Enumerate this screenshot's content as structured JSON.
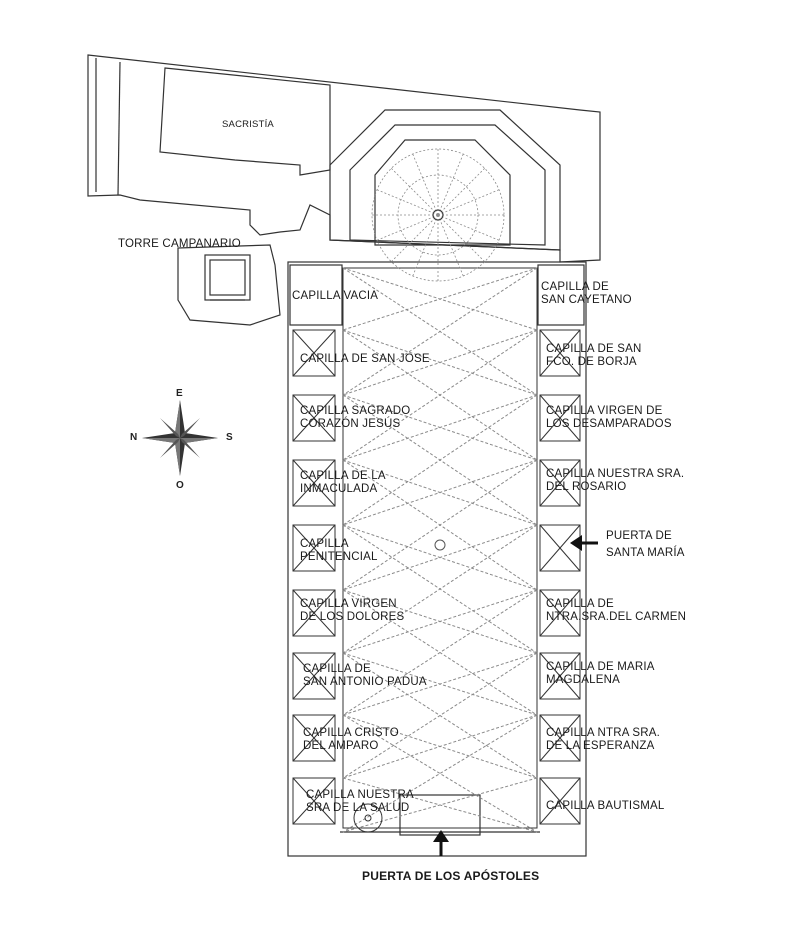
{
  "labels": {
    "sacristia": "SACRISTÍA",
    "torre": "TORRE CAMPANARIO",
    "capilla_vacia": "CAPILLA VACIA",
    "san_cayetano": [
      "CAPILLA DE",
      "SAN CAYETANO"
    ],
    "san_jose": "CAPILLA DE SAN JOSE",
    "san_fco_borja": [
      "CAPILLA DE SAN",
      "FCO. DE BORJA"
    ],
    "sagrado_corazon": [
      "CAPILLA SAGRADO",
      "CORAZÓN JESÚS"
    ],
    "desamparados": [
      "CAPILLA VIRGEN DE",
      "LOS DESAMPARADOS"
    ],
    "inmaculada": [
      "CAPILLA DE LA",
      "INMACULADA"
    ],
    "rosario": [
      "CAPILLA NUESTRA SRA.",
      "DEL ROSARIO"
    ],
    "penitencial": [
      "CAPILLA",
      "PENITENCIAL"
    ],
    "puerta_santa_maria": [
      "PUERTA DE",
      "SANTA MARÍA"
    ],
    "dolores": [
      "CAPILLA VIRGEN",
      "DE LOS DOLORES"
    ],
    "carmen": [
      "CAPILLA DE",
      "NTRA.SRA.DEL CARMEN"
    ],
    "antonio_padua": [
      "CAPILLA DE",
      "SAN ANTONIO PADUA"
    ],
    "maria_magdalena": [
      "CAPILLA DE MARIA",
      "MAGDALENA"
    ],
    "cristo_amparo": [
      "CAPILLA CRISTO",
      "DEL AMPARO"
    ],
    "esperanza": [
      "CAPILLA NTRA SRA.",
      "DE LA ESPERANZA"
    ],
    "salud": [
      "CAPILLA NUESTRA",
      "SRA DE LA SALUD"
    ],
    "bautismal": "CAPILLA BAUTISMAL",
    "puerta_apostoles": "PUERTA DE LOS APÓSTOLES"
  },
  "compass": {
    "n": "N",
    "e": "E",
    "s": "S",
    "o": "O"
  },
  "colors": {
    "line": "#333333",
    "vault": "#8a8a8a",
    "wall": "#444444"
  }
}
